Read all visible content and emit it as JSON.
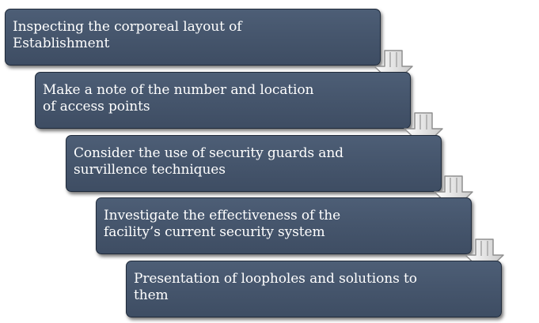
{
  "flowchart": {
    "steps": [
      {
        "text": "Inspecting the corporeal layout of\nEstablishment"
      },
      {
        "text": "Make a note of the number and location\nof access points"
      },
      {
        "text": "Consider the use of security guards and\nsurvillence techniques"
      },
      {
        "text": "Investigate the effectiveness of the\nfacility’s current security system"
      },
      {
        "text": "Presentation of loopholes and solutions to\nthem"
      }
    ],
    "colors": {
      "box_fill": "#46566d",
      "box_border": "#1f2a3a",
      "text": "#ffffff",
      "arrow_fill": "#e6e6e6",
      "arrow_stroke": "#8f8f8f"
    }
  }
}
